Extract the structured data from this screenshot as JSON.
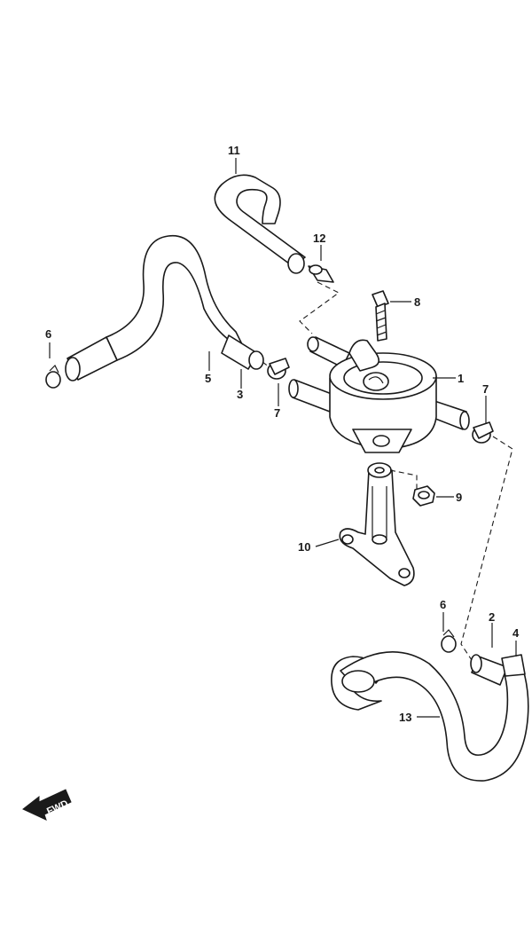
{
  "callouts": {
    "c1": "1",
    "c2": "2",
    "c3": "3",
    "c4": "4",
    "c5": "5",
    "c6a": "6",
    "c6b": "6",
    "c7a": "7",
    "c7b": "7",
    "c8": "8",
    "c9": "9",
    "c10": "10",
    "c11": "11",
    "c12": "12",
    "c13": "13"
  },
  "fwd_label": "FWD"
}
